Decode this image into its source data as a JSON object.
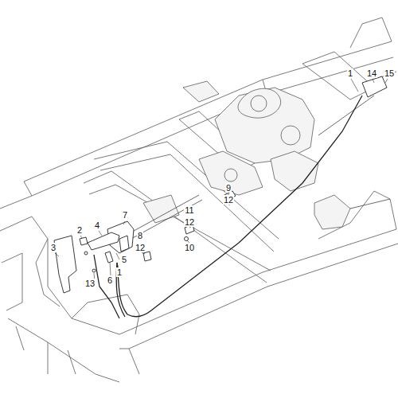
{
  "diagram": {
    "labels": [
      "1",
      "14",
      "15",
      "9",
      "12",
      "11",
      "12",
      "7",
      "4",
      "2",
      "8",
      "12",
      "10",
      "3",
      "5",
      "1",
      "6",
      "13"
    ]
  }
}
